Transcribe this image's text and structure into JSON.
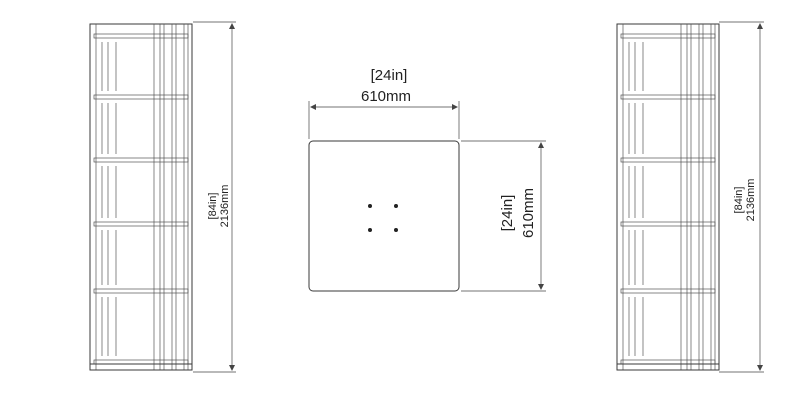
{
  "shelf_left": {
    "height_in_label": "[84in]",
    "height_mm_label": "2136mm"
  },
  "top_view": {
    "width_in_label": "[24in]",
    "width_mm_label": "610mm",
    "depth_in_label": "[24in]",
    "depth_mm_label": "610mm"
  },
  "shelf_right": {
    "height_in_label": "[84in]",
    "height_mm_label": "2136mm"
  },
  "colors": {
    "line": "#3a3a3a",
    "text": "#222222"
  }
}
